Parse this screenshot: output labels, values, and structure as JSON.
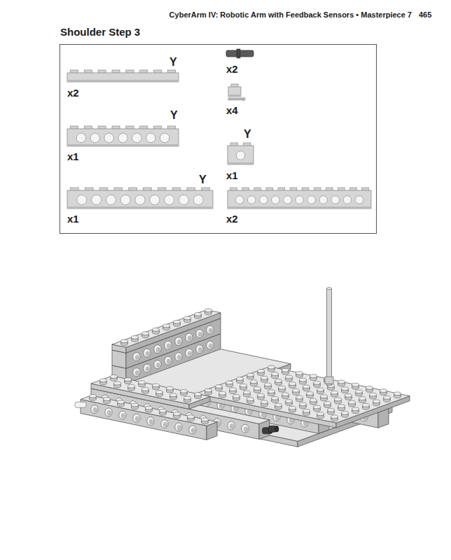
{
  "diagram": {
    "title": "Shoulder Step 3",
    "labels": [
      "CyberArm IV: Robotic Arm with Feedback Sensors • Masterpiece 7",
      "465",
      "Y",
      "x2",
      "x2",
      "x4",
      "Y",
      "x1",
      "Y",
      "x1",
      "Y",
      "x1",
      "x2"
    ]
  }
}
